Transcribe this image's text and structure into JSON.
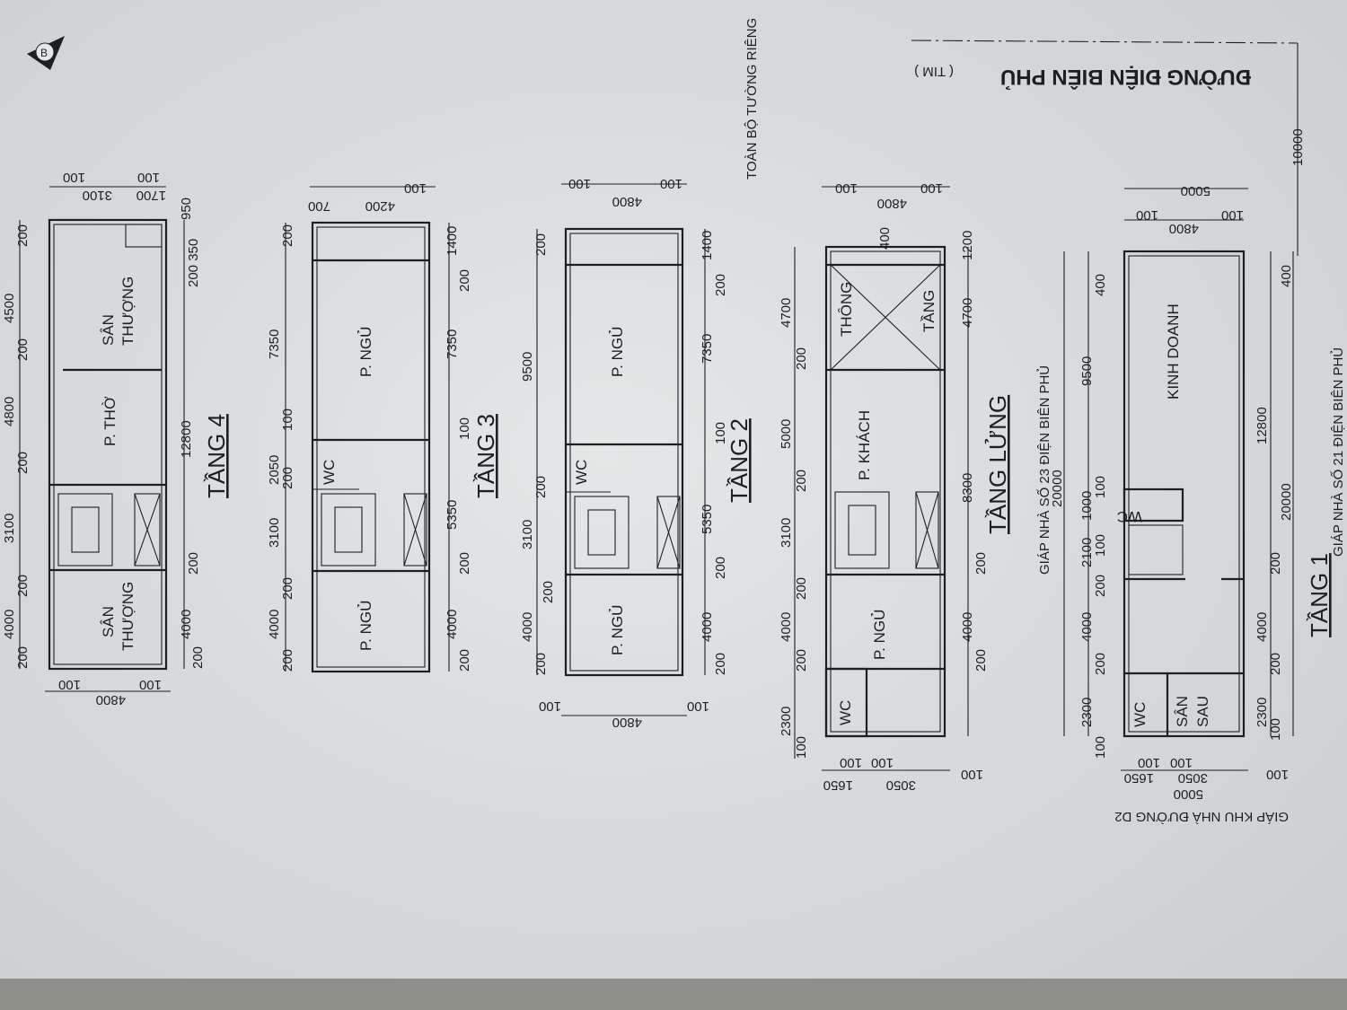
{
  "header": {
    "street": "ĐƯỜNG ĐIỆN BIÊN PHỦ",
    "tim": "( TIM )",
    "setback": "10000",
    "note": "TOÀN BỘ TƯỜNG RIÊNG",
    "north_badge": "B"
  },
  "neighbors": {
    "left": "GIÁP NHÀ SỐ 23 ĐIỆN BIÊN PHỦ",
    "right": "GIÁP NHÀ SỐ 21  ĐIỆN BIÊN PHỦ",
    "back": "GIÁP KHU NHÀ ĐƯỜNG D2"
  },
  "plans": [
    {
      "title": "TẦNG 4",
      "rooms": [
        "SÂN",
        "THƯỢNG",
        "P. THỜ",
        "SÂN",
        "THƯỢNG"
      ],
      "dims_left": [
        "200",
        "4500",
        "200",
        "4800",
        "200",
        "3100",
        "200",
        "4000",
        "200"
      ],
      "dims_right": [
        "950",
        "200 350",
        "12800",
        "200",
        "4000",
        "200"
      ],
      "dims_top": [
        "100",
        "3100",
        "1700",
        "100"
      ],
      "dims_bottom": [
        "4800",
        "100",
        "100"
      ]
    },
    {
      "title": "TẦNG 3",
      "rooms": [
        "P. NGỦ",
        "WC",
        "P. NGỦ"
      ],
      "dims_left": [
        "200",
        "7350",
        "100",
        "2050",
        "200",
        "3100",
        "200",
        "4000",
        "200"
      ],
      "dims_right": [
        "1400",
        "200",
        "7350",
        "100",
        "5350",
        "200",
        "4000",
        "200"
      ],
      "dims_top": [
        "100",
        "4200",
        "700"
      ],
      "dims_bottom": []
    },
    {
      "title": "TẦNG 2",
      "rooms": [
        "P. NGỦ",
        "WC",
        "P. NGỦ"
      ],
      "dims_left": [
        "200",
        "9500",
        "200",
        "3100",
        "200",
        "4000",
        "200"
      ],
      "dims_right": [
        "1400",
        "200",
        "7350",
        "100",
        "5350",
        "200",
        "4000",
        "200"
      ],
      "dims_top": [
        "100",
        "4800",
        "100"
      ],
      "dims_bottom": [
        "4800",
        "100",
        "100"
      ]
    },
    {
      "title": "TẦNG LỬNG",
      "rooms": [
        "THÔNG",
        "TẦNG",
        "P. KHÁCH",
        "P. NGỦ",
        "WC"
      ],
      "dims_left": [
        "4700",
        "200",
        "5000",
        "200",
        "3100",
        "200",
        "4000",
        "200",
        "2300",
        "100"
      ],
      "dims_right": [
        "1200",
        "4700",
        "8300",
        "200",
        "4000",
        "200"
      ],
      "dims_top": [
        "100",
        "4800",
        "100",
        "400"
      ],
      "dims_bottom": [
        "100",
        "1650",
        "3050",
        "100",
        "100",
        "100"
      ]
    },
    {
      "title": "TẦNG 1",
      "rooms": [
        "KINH DOANH",
        "WC",
        "WC",
        "SÂN",
        "SAU"
      ],
      "dims_left": [
        "400",
        "9500",
        "20000",
        "100",
        "1000",
        "2100",
        "100",
        "200",
        "4000",
        "200",
        "2300",
        "100"
      ],
      "dims_right": [
        "400",
        "12800",
        "20000",
        "200",
        "4000",
        "200",
        "2300",
        "100"
      ],
      "dims_top": [
        "100",
        "5000",
        "100",
        "4800"
      ],
      "dims_bottom": [
        "5000",
        "1650",
        "3050",
        "100",
        "100",
        "100"
      ]
    }
  ]
}
